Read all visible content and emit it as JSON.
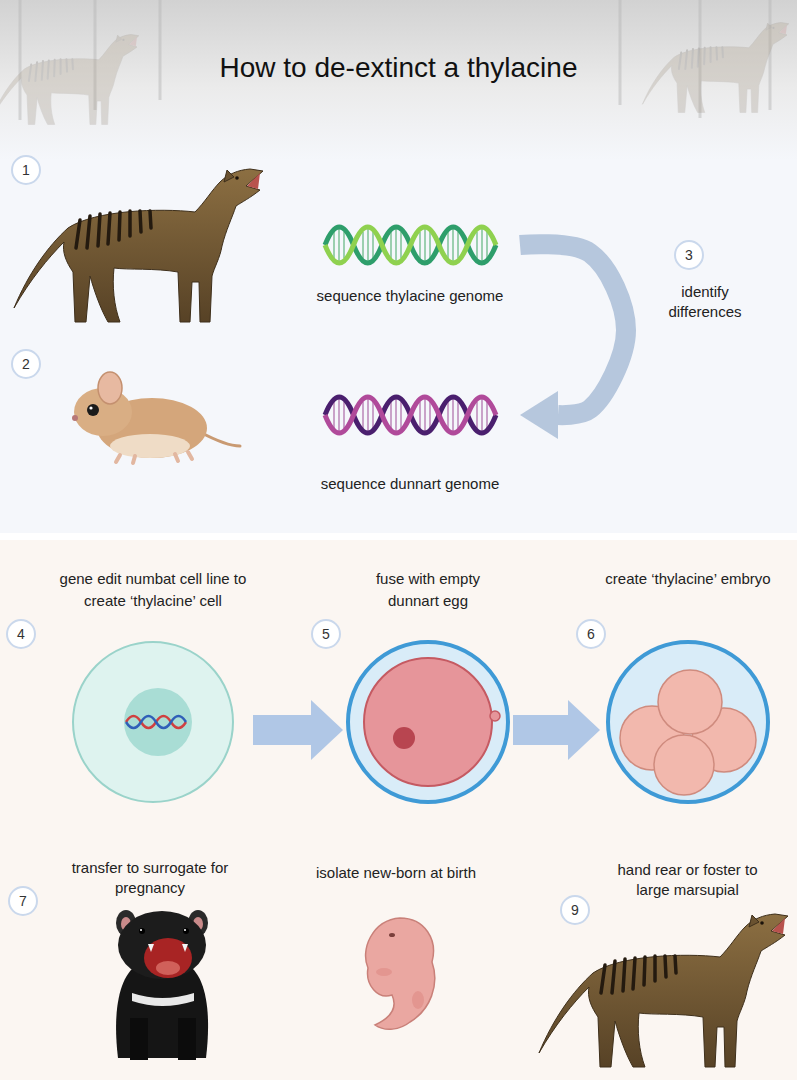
{
  "diagram": {
    "title": "How to de-extinct a thylacine",
    "nodes": [
      {
        "text": [
          "sequence thylacine genome"
        ]
      },
      {
        "text": [
          "sequence dunnart genome"
        ]
      },
      {
        "text": [
          "gene edit numbat cell line to create ‘thylacine’ cell"
        ]
      },
      {
        "text": [
          "fuse with empty dunnart egg"
        ]
      },
      {
        "text": [
          "create ‘thylacine’ embryo"
        ]
      }
    ],
    "edges": [
      {
        "from": 0,
        "to": 1,
        "label": "identify differences",
        "arrow": "to"
      },
      {
        "from": 2,
        "to": 3,
        "arrow": "to"
      },
      {
        "from": 3,
        "to": 4,
        "arrow": "to"
      }
    ],
    "labels": [
      "1",
      "2",
      "3",
      "4",
      "5",
      "6",
      "7",
      "transfer to surrogate for pregnancy",
      "isolate new-born at birth",
      "9",
      "hand rear or foster to large marsupial"
    ]
  }
}
